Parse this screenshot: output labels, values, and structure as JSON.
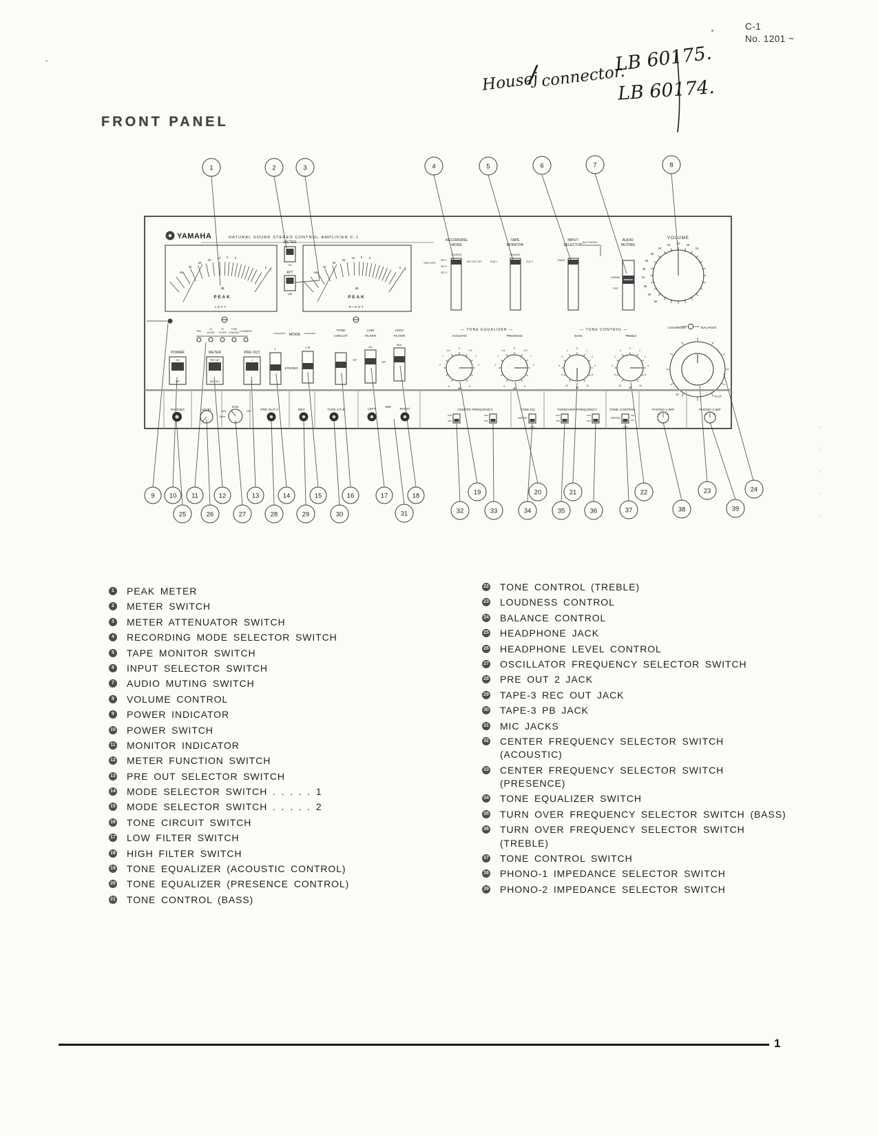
{
  "page": {
    "header_code": "C-1",
    "header_number": "No. 1201 ~",
    "handwriting": {
      "word1": "Housej",
      "sep": "/",
      "word2": "connector.",
      "num1": "LB 60175.",
      "num2": "LB 60174."
    },
    "section_title": "FRONT PANEL",
    "page_number": "1"
  },
  "panel": {
    "brand": "YAMAHA",
    "tagline": "NATURAL SOUND STEREO CONTROL-AMPLIFIER C-1",
    "meter": {
      "scale": [
        "-50",
        "40",
        "30",
        "20",
        "10",
        "5",
        "0",
        "5",
        "+"
      ],
      "unit": "dB",
      "name": "PEAK",
      "left": "LEFT",
      "right": "RIGHT"
    },
    "meter_switch": {
      "title": "METER",
      "state": "ON"
    },
    "att_switch": {
      "title": "ATT",
      "state": "0dB"
    },
    "recording_mode": {
      "t1": "RECORDING",
      "t2": "MODE",
      "top": "SOURCE",
      "l0": "TAPE COPY",
      "l1": "SET 1",
      "l2": "SET 2",
      "l3": "SET 3",
      "r1": "REC OUT OFF",
      "r2": "PLAY 1"
    },
    "tape_monitor": {
      "t1": "TAPE",
      "t2": "MONITOR",
      "top": "SOURCE",
      "r1": "PLAY 1"
    },
    "input_selector": {
      "t1": "INPUT",
      "t2": "SELECTOR",
      "top": "AUX PHONO",
      "l1": "TUNER"
    },
    "audio_muting": {
      "t1": "AUDIO",
      "t2": "MUTING",
      "l1": "NORMAL",
      "l2": "TEST"
    },
    "volume": {
      "title": "VOLUME",
      "scale": [
        "16",
        "18",
        "20",
        "22",
        "24",
        "26",
        "28",
        "30",
        "32",
        "36",
        "40",
        "60"
      ]
    },
    "indicators": {
      "i1": "REC",
      "i2a": "LO",
      "i2b": "FILTER",
      "i3a": "HI",
      "i3b": "FILTER",
      "i4a": "TONE",
      "i4b": "CONTROL",
      "i5": "LOUDNESS"
    },
    "power": {
      "title": "POWER",
      "a": "ON",
      "b": "OFF"
    },
    "meter_fn": {
      "title": "METER",
      "a": "PRE OUT",
      "b": "REC OUT"
    },
    "pre_out": {
      "title": "PRE OUT",
      "a": "1",
      "b": "2"
    },
    "mode": {
      "title": "MODE",
      "s1": "L",
      "s2": "L·R",
      "mid": "STEREO"
    },
    "tone_circuit": {
      "t1": "TONE",
      "t2": "CIRCUIT",
      "state": "OFF"
    },
    "low_filter": {
      "t1": "LOW",
      "t2": "FILTER",
      "f": "2Hz",
      "state": "OFF"
    },
    "high_filter": {
      "t1": "HIGH",
      "t2": "FILTER",
      "f": "8kHz"
    },
    "tone_eq": {
      "title": "— TONE  EQUALIZER —",
      "k1": "ACOUSTIC",
      "k2": "PRESENCE",
      "s_top0": "0",
      "s_top1": "0.5",
      "s1": "1",
      "s2": "2",
      "s_b": "5",
      "unit": "dB"
    },
    "tone_ctl": {
      "title": "— TONE  CONTROL —",
      "k1": "BASS",
      "k2": "TREBLE",
      "s_top0": "0",
      "s_top1": "1",
      "s2": "2",
      "s4": "4",
      "s6": "6",
      "s_b": "10",
      "unit": "dB"
    },
    "loud_bal": {
      "l": "LOUDNESS",
      "r": "BALANCE",
      "bl": "10",
      "br": "FLAT"
    },
    "strip": {
      "phones": "PHONES",
      "level": "LEVEL",
      "osc": "OSC",
      "osc_off": "OFF",
      "osc_1k": "1kHz",
      "osc_10k": "10kHz",
      "preout2": "PRE OUT 2",
      "rec": "REC",
      "tape3": "TAPE 3  P B",
      "left": "LEFT",
      "mic": "MIC",
      "right": "RIGHT",
      "cf": "CENTER FREQUENCY",
      "teq": "TONE EQ",
      "tof": "TURNOVER FREQUENCY",
      "tc": "TONE CONTROL",
      "defeat": "DEFEAT",
      "on": "ON",
      "ph1": "PHONO 1 IMP",
      "ph2": "PHONO 2 IMP"
    }
  },
  "callouts": {
    "top": [
      "1",
      "2",
      "3",
      "4",
      "5",
      "6",
      "7",
      "8"
    ],
    "row1": [
      "9",
      "10",
      "11",
      "12",
      "13",
      "14",
      "15",
      "16",
      "17",
      "18",
      "19",
      "20",
      "21",
      "22",
      "23",
      "24"
    ],
    "row2": [
      "25",
      "26",
      "27",
      "28",
      "29",
      "30",
      "31",
      "32",
      "33",
      "34",
      "35",
      "36",
      "37",
      "38",
      "39"
    ]
  },
  "legend": {
    "left": [
      {
        "n": "1",
        "t": "PEAK METER"
      },
      {
        "n": "2",
        "t": "METER SWITCH"
      },
      {
        "n": "3",
        "t": "METER ATTENUATOR SWITCH"
      },
      {
        "n": "4",
        "t": "RECORDING MODE SELECTOR SWITCH"
      },
      {
        "n": "5",
        "t": "TAPE MONITOR SWITCH"
      },
      {
        "n": "6",
        "t": "INPUT SELECTOR SWITCH"
      },
      {
        "n": "7",
        "t": "AUDIO MUTING SWITCH"
      },
      {
        "n": "8",
        "t": "VOLUME CONTROL"
      },
      {
        "n": "9",
        "t": "POWER INDICATOR"
      },
      {
        "n": "10",
        "t": "POWER SWITCH"
      },
      {
        "n": "11",
        "t": "MONITOR INDICATOR"
      },
      {
        "n": "12",
        "t": "METER FUNCTION SWITCH"
      },
      {
        "n": "13",
        "t": "PRE OUT SELECTOR SWITCH"
      },
      {
        "n": "14",
        "t": "MODE SELECTOR SWITCH . . . . . 1"
      },
      {
        "n": "15",
        "t": "MODE SELECTOR SWITCH . . . . . 2"
      },
      {
        "n": "16",
        "t": "TONE CIRCUIT SWITCH"
      },
      {
        "n": "17",
        "t": "LOW FILTER SWITCH"
      },
      {
        "n": "18",
        "t": "HIGH FILTER SWITCH"
      },
      {
        "n": "19",
        "t": "TONE EQUALIZER (ACOUSTIC CONTROL)"
      },
      {
        "n": "20",
        "t": "TONE EQUALIZER (PRESENCE CONTROL)"
      },
      {
        "n": "21",
        "t": "TONE CONTROL (BASS)"
      }
    ],
    "right": [
      {
        "n": "22",
        "t": "TONE CONTROL (TREBLE)"
      },
      {
        "n": "23",
        "t": "LOUDNESS CONTROL"
      },
      {
        "n": "24",
        "t": "BALANCE CONTROL"
      },
      {
        "n": "25",
        "t": "HEADPHONE JACK"
      },
      {
        "n": "26",
        "t": "HEADPHONE LEVEL CONTROL"
      },
      {
        "n": "27",
        "t": "OSCILLATOR FREQUENCY SELECTOR SWITCH"
      },
      {
        "n": "28",
        "t": "PRE OUT 2 JACK"
      },
      {
        "n": "29",
        "t": "TAPE-3 REC OUT JACK"
      },
      {
        "n": "30",
        "t": "TAPE-3 PB JACK"
      },
      {
        "n": "31",
        "t": "MIC JACKS"
      },
      {
        "n": "32",
        "t": "CENTER FREQUENCY SELECTOR SWITCH",
        "t2": "(ACOUSTIC)"
      },
      {
        "n": "33",
        "t": "CENTER FREQUENCY SELECTOR SWITCH",
        "t2": "(PRESENCE)"
      },
      {
        "n": "34",
        "t": "TONE EQUALIZER SWITCH"
      },
      {
        "n": "35",
        "t": "TURN OVER FREQUENCY SELECTOR SWITCH (BASS)"
      },
      {
        "n": "36",
        "t": "TURN OVER FREQUENCY SELECTOR SWITCH",
        "t2": "(TREBLE)"
      },
      {
        "n": "37",
        "t": "TONE CONTROL SWITCH"
      },
      {
        "n": "38",
        "t": "PHONO-1 IMPEDANCE SELECTOR SWITCH"
      },
      {
        "n": "39",
        "t": "PHONO-2 IMPEDANCE SELECTOR SWITCH"
      }
    ]
  }
}
